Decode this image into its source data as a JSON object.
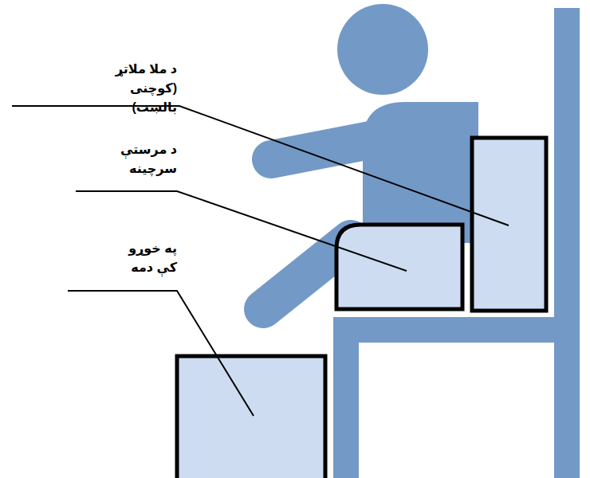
{
  "diagram": {
    "labels": [
      "د ملا ملاتړ (کوچنی بالښت)",
      "د مرستې سرچینه",
      "په خوړو کې دمه"
    ]
  }
}
